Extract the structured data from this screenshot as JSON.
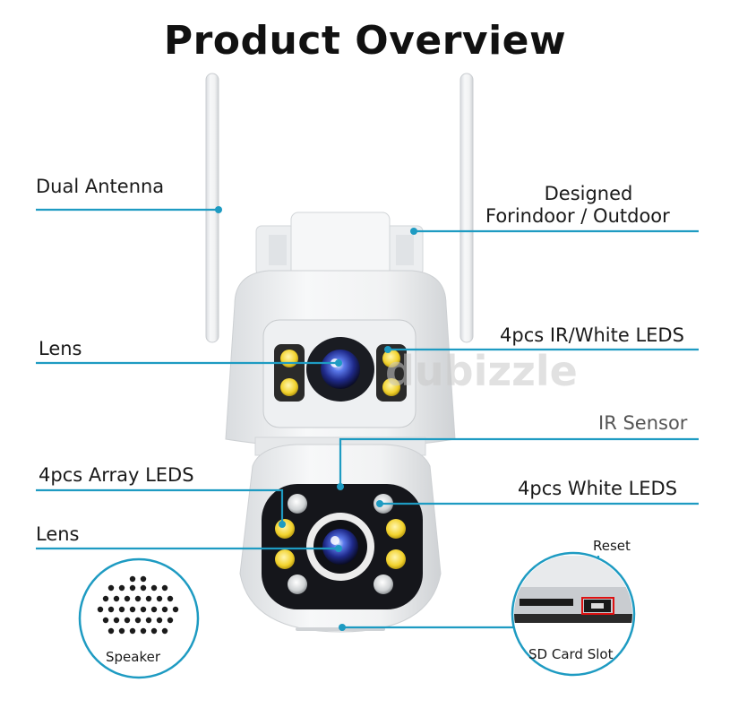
{
  "title": "Product Overview",
  "watermark": "dubizzle",
  "colors": {
    "leader_line": "#1e9bc2",
    "led_yellow": "#f2d22c",
    "body": "#f4f5f6",
    "lens": "#2d45c8"
  },
  "labels": {
    "dual_antenna": "Dual Antenna",
    "designed_line1": "Designed",
    "designed_line2": "Forindoor / Outdoor",
    "lens_top": "Lens",
    "ir_white_leds": "4pcs IR/White LEDS",
    "ir_sensor": "IR Sensor",
    "array_leds": "4pcs Array LEDS",
    "white_leds": "4pcs White LEDS",
    "lens_bottom": "Lens",
    "reset": "Reset",
    "speaker": "Speaker",
    "sd_card_slot": "SD Card Slot"
  }
}
